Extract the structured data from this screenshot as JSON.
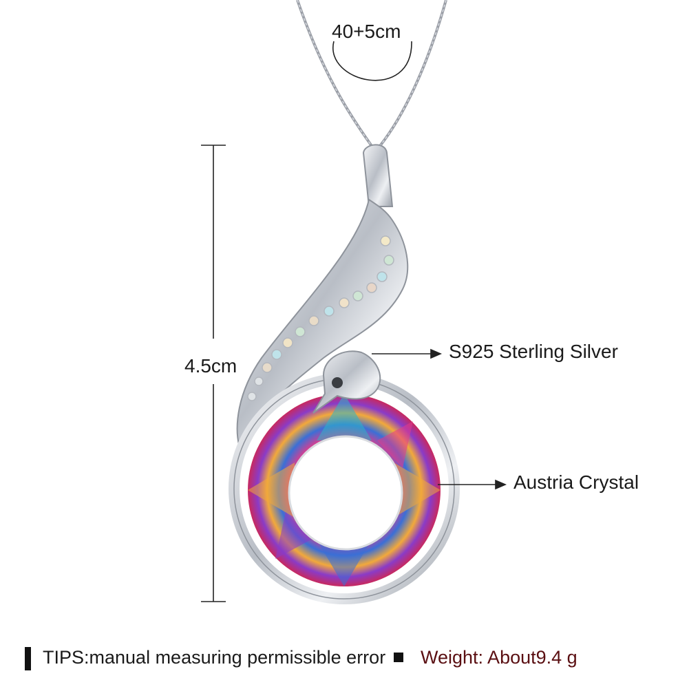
{
  "annotations": {
    "chain_length": "40+5cm",
    "pendant_height": "4.5cm",
    "metal_label": "S925 Sterling Silver",
    "crystal_label": "Austria Crystal"
  },
  "footer": {
    "tips": "TIPS:manual measuring permissible error",
    "weight": "Weight: About9.4 g"
  },
  "colors": {
    "weight_text": "#5a0f12",
    "silver": "#c8ccd2",
    "crystal_colors": [
      "#e63a8a",
      "#3b6fd6",
      "#f2a93b",
      "#8a3bc7",
      "#2bb6c9"
    ]
  }
}
